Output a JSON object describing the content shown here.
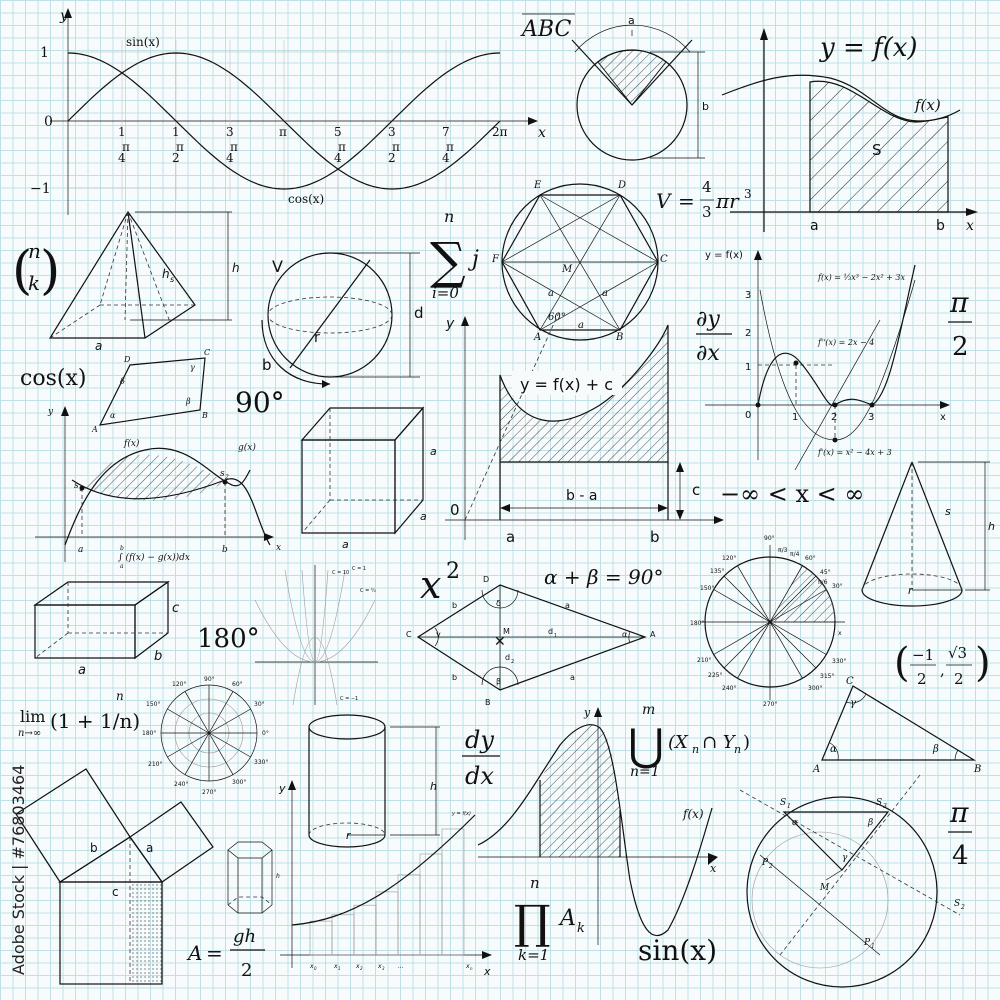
{
  "trig": {
    "y_label": "y",
    "x_label": "x",
    "one": "1",
    "zero": "0",
    "neg_one": "−1",
    "sin_label": "sin(x)",
    "cos_label": "cos(x)",
    "ticks": [
      "1",
      "π",
      "4",
      "1",
      "π",
      "2",
      "3",
      "π",
      "4",
      "π",
      "5",
      "π",
      "4",
      "3",
      "π",
      "2",
      "7",
      "π",
      "4",
      "2π"
    ]
  },
  "abc": {
    "title": "ABC",
    "a": "a",
    "b": "b"
  },
  "integral": {
    "title": "y = f(x)",
    "f": "f(x)",
    "S": "S",
    "a": "a",
    "b": "b",
    "x": "x"
  },
  "binom": {
    "n": "n",
    "k": "k"
  },
  "pyramid": {
    "h": "h",
    "hs": "h",
    "hs_sub": "s",
    "a": "a"
  },
  "sphere": {
    "V": "V",
    "d": "d",
    "r": "r",
    "b": "b"
  },
  "sum": {
    "top": "n",
    "j": "j",
    "bottom": "i=0"
  },
  "hexagon": {
    "E": "E",
    "D": "D",
    "F": "F",
    "C": "C",
    "M": "M",
    "A": "A",
    "B": "B",
    "a1": "a",
    "a2": "a",
    "a3": "a",
    "angle": "60°"
  },
  "volume": {
    "V": "V",
    "eq": "=",
    "num": "4",
    "den": "3",
    "rest": "πr",
    "exp": "3"
  },
  "cubic": {
    "title": "y = f(x)",
    "f": "f(x) = ⅓x³ − 2x² + 3x",
    "fpp": "f''(x) = 2x − 4",
    "fp": "f'(x) = x² − 4x + 3",
    "y_ticks": [
      "3",
      "2",
      "1"
    ],
    "x_ticks": [
      "0",
      "1",
      "2",
      "3"
    ],
    "x": "x"
  },
  "dydx_partial": {
    "num": "∂y",
    "den": "∂x"
  },
  "pi_half": {
    "num": "π",
    "den": "2"
  },
  "cosx": "cos(x)",
  "quad": {
    "A": "A",
    "B": "B",
    "C": "C",
    "D": "D",
    "alpha": "α",
    "beta": "β",
    "gamma": "γ",
    "delta": "δ"
  },
  "ninety": "90°",
  "between": {
    "y": "y",
    "f": "f(x)",
    "g": "g(x)",
    "s1": "s",
    "s1_sub": "1",
    "s2": "s",
    "s2_sub": "2",
    "a": "a",
    "b": "b",
    "x": "x",
    "formula": "∫ (f(x) − g(x))dx",
    "lo": "a",
    "hi": "b"
  },
  "cube": {
    "a1": "a",
    "a2": "a",
    "a3": "a"
  },
  "area_under": {
    "y": "y",
    "label": "y = f(x) + c",
    "zero": "0",
    "a": "a",
    "b": "b",
    "ba": "b - a",
    "c": "c"
  },
  "inf": "−∞ < x < ∞",
  "cone": {
    "s": "s",
    "h": "h",
    "r": "r"
  },
  "box": {
    "c": "c",
    "a": "a",
    "b": "b"
  },
  "one_eighty": "180°",
  "parabolas": {
    "c10": "C = 10",
    "c1": "C = 1",
    "c14": "C = ¼",
    "cm1": "C = −1"
  },
  "xsq": {
    "base": "x",
    "exp": "2"
  },
  "kite": {
    "D": "D",
    "C": "C",
    "A": "A",
    "B": "B",
    "M": "M",
    "a1": "a",
    "a2": "a",
    "b1": "b",
    "b2": "b",
    "d1": "d",
    "d1_sub": "1",
    "d2": "d",
    "d2_sub": "2",
    "alpha": "α",
    "beta": "β",
    "gamma": "γ",
    "delta": "δ"
  },
  "alpha_beta": "α + β = 90°",
  "unit_circle": {
    "deg": [
      "90°",
      "120°",
      "135°",
      "150°",
      "180°",
      "210°",
      "225°",
      "240°",
      "270°",
      "300°",
      "315°",
      "330°",
      "30°",
      "45°",
      "60°"
    ],
    "rad": [
      "π/3",
      "π/4",
      "π/6"
    ],
    "x": "x"
  },
  "point": {
    "n1": "−1",
    "d1": "2",
    "n2": "√3",
    "d2": "2"
  },
  "limit": {
    "lim": "lim",
    "sub": "n→∞",
    "expr": "(1 + 1/n)",
    "exp": "n"
  },
  "polar": {
    "deg": [
      "90°",
      "60°",
      "30°",
      "0°",
      "330°",
      "300°",
      "270°",
      "240°",
      "210°",
      "180°",
      "150°",
      "120°"
    ]
  },
  "cylinder": {
    "h": "h",
    "r": "r"
  },
  "dydx": {
    "num": "dy",
    "den": "dx"
  },
  "union": {
    "top": "m",
    "expr": "(X",
    "sub1": "n",
    "cap": "∩ Y",
    "sub2": "n",
    "close": ")",
    "bottom": "n=1"
  },
  "triangle": {
    "C": "C",
    "A": "A",
    "B": "B",
    "alpha": "α",
    "beta": "β",
    "gamma": "γ"
  },
  "pythag": {
    "a": "a",
    "b": "b",
    "c": "c"
  },
  "watermark": "Adobe Stock | #76803464",
  "prism": {
    "h": "h"
  },
  "riemann": {
    "y": "y",
    "label": "y = f(x)",
    "x": "x",
    "ticks": [
      "x",
      "x",
      "x",
      "x",
      "...",
      "x"
    ],
    "subs": [
      "0",
      "1",
      "2",
      "3",
      "",
      "n"
    ]
  },
  "wave": {
    "f": "f(x)",
    "x": "x",
    "y": "y"
  },
  "product": {
    "top": "n",
    "A": "A",
    "A_sub": "k",
    "bottom": "k=1"
  },
  "sinx": "sin(x)",
  "area_tri": {
    "A": "A",
    "num": "gh",
    "den": "2"
  },
  "inscribed": {
    "S1": "S",
    "S1_sub": "1",
    "S3": "S",
    "S3_sub": "3",
    "S2": "S",
    "S2_sub": "2",
    "P1": "P",
    "P1_sub": "1",
    "P2": "P",
    "P2_sub": "2",
    "M": "M",
    "alpha": "α",
    "beta": "β",
    "gamma": "γ"
  },
  "pi_quarter": {
    "num": "π",
    "den": "4"
  }
}
